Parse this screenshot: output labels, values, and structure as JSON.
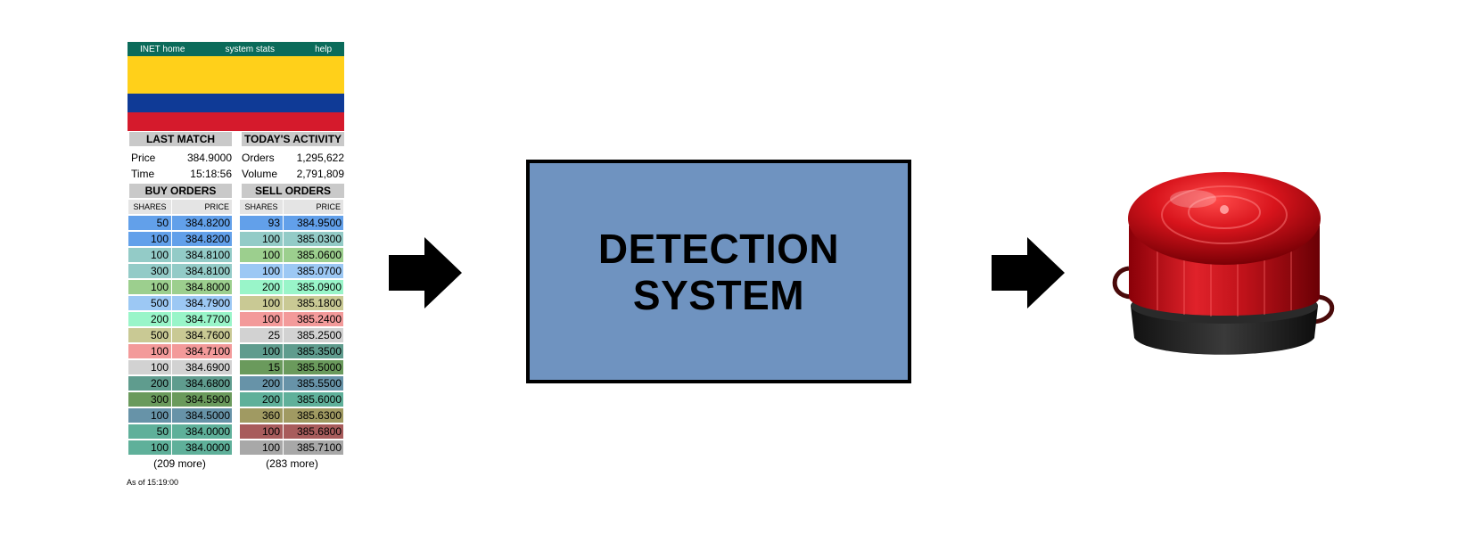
{
  "order_book": {
    "nav": [
      "INET home",
      "system stats",
      "help"
    ],
    "flag_colors": [
      "#ffd01a",
      "#0f3a96",
      "#d51a2c"
    ],
    "last_match": {
      "title": "LAST MATCH",
      "price_label": "Price",
      "price": "384.9000",
      "time_label": "Time",
      "time": "15:18:56"
    },
    "todays_activity": {
      "title": "TODAY'S ACTIVITY",
      "orders_label": "Orders",
      "orders": "1,295,622",
      "volume_label": "Volume",
      "volume": "2,791,809"
    },
    "buy_orders": {
      "title": "BUY ORDERS",
      "col_shares": "SHARES",
      "col_price": "PRICE",
      "rows": [
        {
          "shares": "50",
          "price": "384.8200",
          "color": "#62a0ea"
        },
        {
          "shares": "100",
          "price": "384.8200",
          "color": "#62a0ea"
        },
        {
          "shares": "100",
          "price": "384.8100",
          "color": "#93cbc7"
        },
        {
          "shares": "300",
          "price": "384.8100",
          "color": "#93cbc7"
        },
        {
          "shares": "100",
          "price": "384.8000",
          "color": "#9ccf8e"
        },
        {
          "shares": "500",
          "price": "384.7900",
          "color": "#9cc8f4"
        },
        {
          "shares": "200",
          "price": "384.7700",
          "color": "#99f5c9"
        },
        {
          "shares": "500",
          "price": "384.7600",
          "color": "#c9c994"
        },
        {
          "shares": "100",
          "price": "384.7100",
          "color": "#f39a9a"
        },
        {
          "shares": "100",
          "price": "384.6900",
          "color": "#d2d2d2"
        },
        {
          "shares": "200",
          "price": "384.6800",
          "color": "#5f9c8e"
        },
        {
          "shares": "300",
          "price": "384.5900",
          "color": "#6a9a5c"
        },
        {
          "shares": "100",
          "price": "384.5000",
          "color": "#6793a8"
        },
        {
          "shares": "50",
          "price": "384.0000",
          "color": "#5fb09a"
        },
        {
          "shares": "100",
          "price": "384.0000",
          "color": "#5fb09a"
        }
      ],
      "more": "(209 more)"
    },
    "sell_orders": {
      "title": "SELL ORDERS",
      "col_shares": "SHARES",
      "col_price": "PRICE",
      "rows": [
        {
          "shares": "93",
          "price": "384.9500",
          "color": "#62a0ea"
        },
        {
          "shares": "100",
          "price": "385.0300",
          "color": "#93cbc7"
        },
        {
          "shares": "100",
          "price": "385.0600",
          "color": "#9ccf8e"
        },
        {
          "shares": "100",
          "price": "385.0700",
          "color": "#9cc8f4"
        },
        {
          "shares": "200",
          "price": "385.0900",
          "color": "#99f5c9"
        },
        {
          "shares": "100",
          "price": "385.1800",
          "color": "#c9c994"
        },
        {
          "shares": "100",
          "price": "385.2400",
          "color": "#f39a9a"
        },
        {
          "shares": "25",
          "price": "385.2500",
          "color": "#d2d2d2"
        },
        {
          "shares": "100",
          "price": "385.3500",
          "color": "#5f9c8e"
        },
        {
          "shares": "15",
          "price": "385.5000",
          "color": "#6a9a5c"
        },
        {
          "shares": "200",
          "price": "385.5500",
          "color": "#6793a8"
        },
        {
          "shares": "200",
          "price": "385.6000",
          "color": "#5fb09a"
        },
        {
          "shares": "360",
          "price": "385.6300",
          "color": "#a09a62"
        },
        {
          "shares": "100",
          "price": "385.6800",
          "color": "#a85c5c"
        },
        {
          "shares": "100",
          "price": "385.7100",
          "color": "#a8a8a8"
        }
      ],
      "more": "(283 more)"
    },
    "as_of": "As of 15:19:00"
  },
  "detection": {
    "label": "DETECTION\nSYSTEM",
    "fill": "#6f93c0"
  },
  "arrows": [
    "right-arrow-icon",
    "right-arrow-icon"
  ],
  "alarm": {
    "icon": "red-alarm-beacon-icon",
    "color": "#d8141c"
  }
}
